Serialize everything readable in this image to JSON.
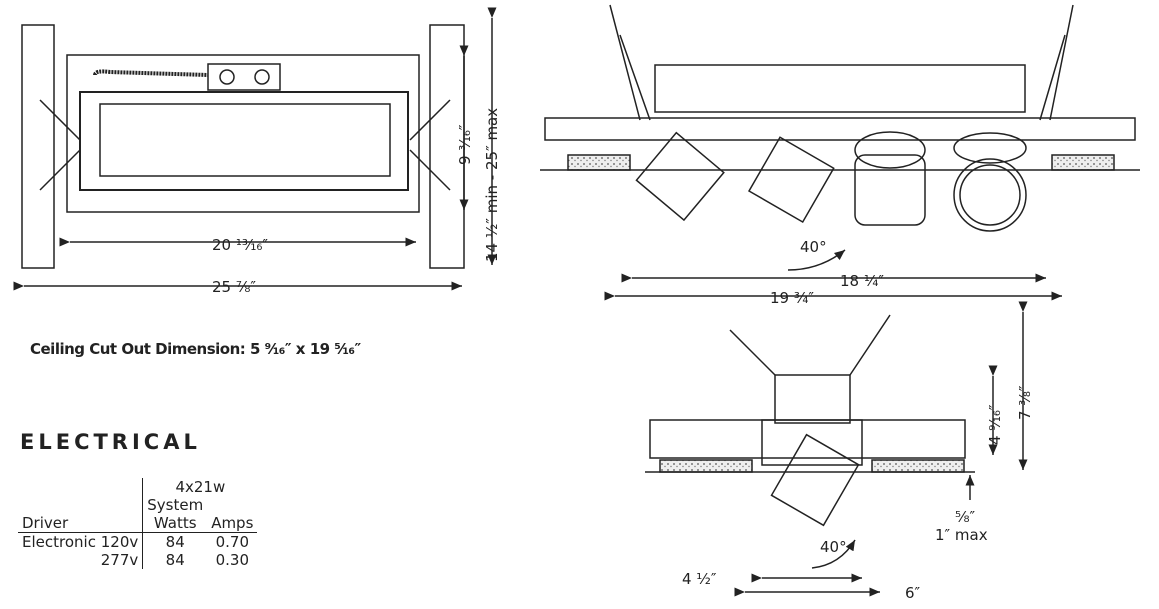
{
  "dimensions": {
    "plan_inner_width": "20 ¹³⁄₁₆″",
    "plan_outer_width": "25 ⁷⁄₈″",
    "plan_height": "9 ³⁄₁₆″",
    "ceiling_thickness": "14 ¹⁄₂″ min - 25″ max",
    "elev_inner_width": "18 ¹⁄₄″",
    "elev_outer_width": "19 ³⁄₄″",
    "elev_tilt": "40°",
    "section_housing_height": "4 ⁹⁄₁₆″",
    "section_total_height": "7 ³⁄₈″",
    "section_flange": "⁵⁄₈″",
    "section_max": "1″ max",
    "section_tilt": "40°",
    "section_inner_width": "4 ¹⁄₂″",
    "section_outer_width": "6″"
  },
  "cutout": "Ceiling Cut Out Dimension: 5 ⁹⁄₁₆″ x  19 ⁵⁄₁₆″",
  "electrical": {
    "heading": "ELECTRICAL",
    "config": "4x21w",
    "col_system": "System",
    "col_watts": "Watts",
    "col_amps": "Amps",
    "col_driver": "Driver",
    "rows": [
      {
        "driver": "Electronic",
        "voltage": "120v",
        "watts": "84",
        "amps": "0.70"
      },
      {
        "driver": "",
        "voltage": "277v",
        "watts": "84",
        "amps": "0.30"
      }
    ]
  }
}
